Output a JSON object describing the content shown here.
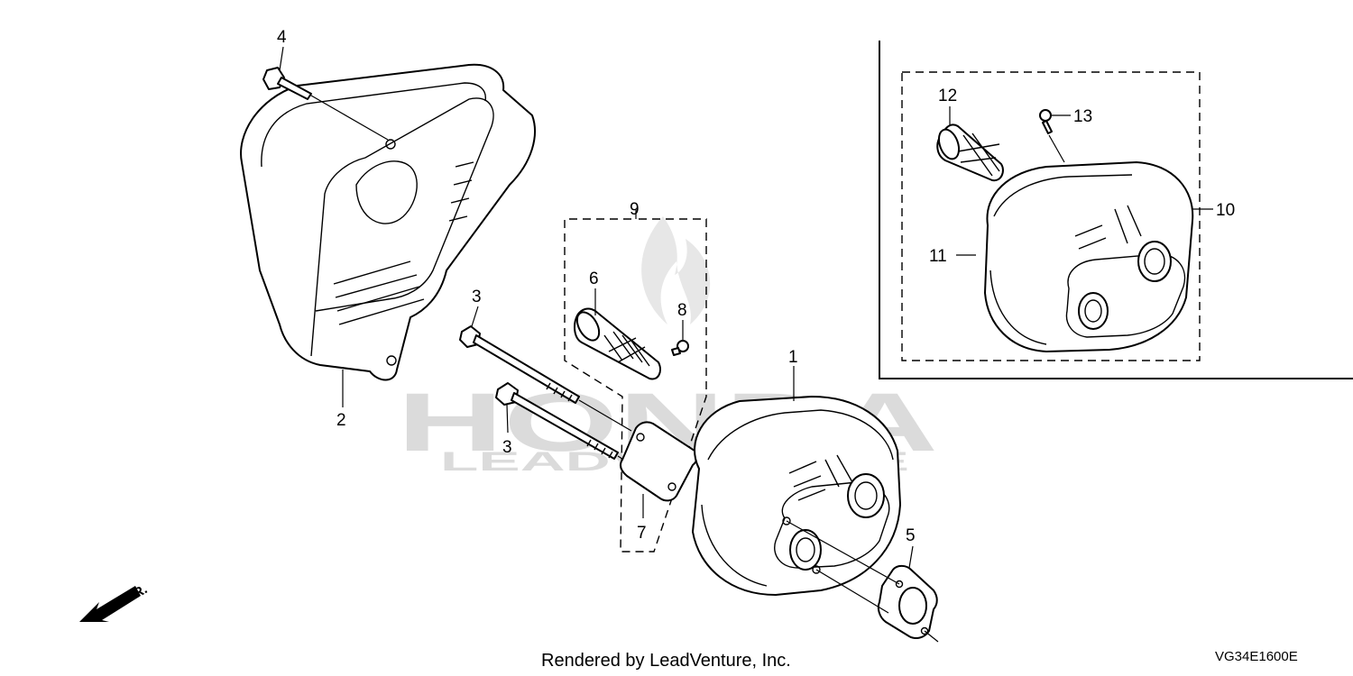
{
  "callouts": {
    "c1": "1",
    "c2": "2",
    "c3a": "3",
    "c3b": "3",
    "c4": "4",
    "c5": "5",
    "c6": "6",
    "c7": "7",
    "c8": "8",
    "c9": "9",
    "c10": "10",
    "c11": "11",
    "c12": "12",
    "c13": "13"
  },
  "direction_label": "FR.",
  "footer": {
    "credit": "Rendered by LeadVenture, Inc."
  },
  "diagram_code": "VG34E1600E",
  "watermark": {
    "brand": "HONDA",
    "sub": "LEADVENTURE"
  }
}
